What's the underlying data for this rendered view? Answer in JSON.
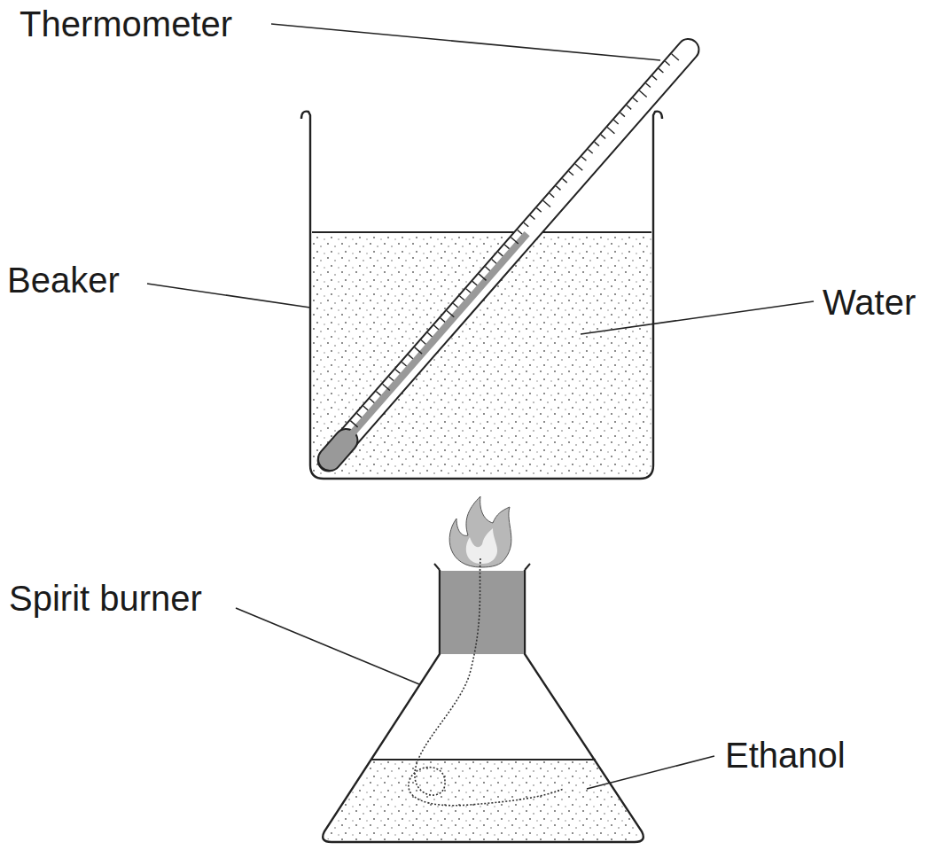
{
  "diagram": {
    "labels": [
      "Thermometer",
      "Beaker",
      "Water",
      "Spirit burner",
      "Ethanol"
    ]
  }
}
